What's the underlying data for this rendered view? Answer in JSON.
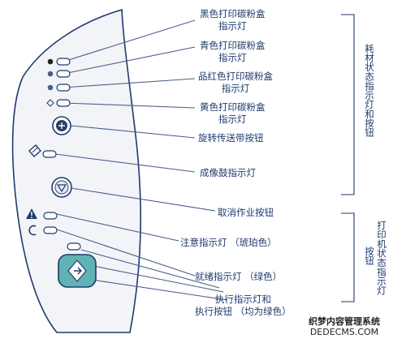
{
  "accent_color": "#1f3a6e",
  "panel_fill": "#f2f4f8",
  "leader_color": "#4a5f88",
  "go_button_color": "#5fb3b4",
  "labels": {
    "black_toner": [
      "黑色打印碳粉盒",
      "指示灯"
    ],
    "cyan_toner": [
      "青色打印碳粉盒",
      "指示灯"
    ],
    "magenta_toner": [
      "品红色打印碳粉盒",
      "指示灯"
    ],
    "yellow_toner": [
      "黄色打印碳粉盒",
      "指示灯"
    ],
    "rotate_belt": "旋转传送带按钮",
    "drum": "成像鼓指示灯",
    "cancel_job": "取消作业按钮",
    "attention": "注意指示灯 （琥珀色）",
    "ready": "就绪指示灯 （绿色）",
    "go": [
      "执行指示灯和",
      "执行按钮 （均为绿色）"
    ]
  },
  "groups": {
    "supplies": "耗材状态指示灯和按钮",
    "printer_status_line1": "打印机状态指示灯",
    "printer_status_line2": "按钮"
  },
  "watermark": {
    "line1": "织梦内容管理系统",
    "line2": "DEDECMS.COM"
  }
}
